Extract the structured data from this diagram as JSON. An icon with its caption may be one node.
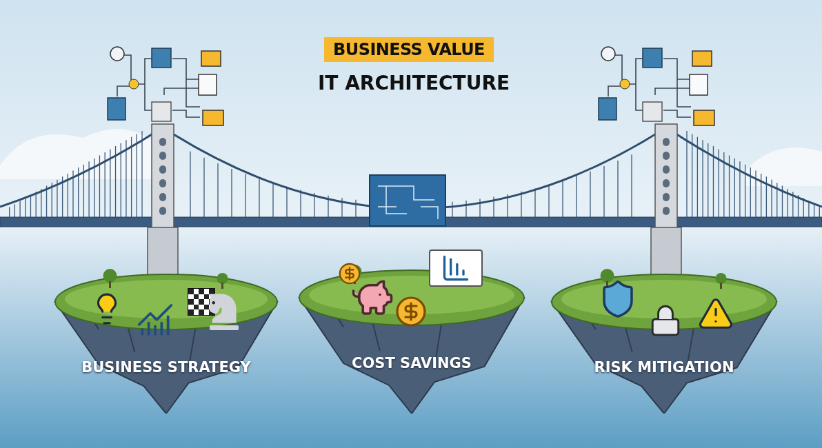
{
  "diagram": {
    "nodes": [
      {
        "text": [
          "BUSINESS VALUE"
        ]
      },
      {
        "text": [
          "BUSINESS STRATEGY"
        ]
      },
      {
        "text": [
          "COST SAVINGS"
        ]
      },
      {
        "text": [
          "RISK MITIGATION"
        ]
      }
    ],
    "labels": [
      "IT ARCHITECTURE"
    ]
  }
}
